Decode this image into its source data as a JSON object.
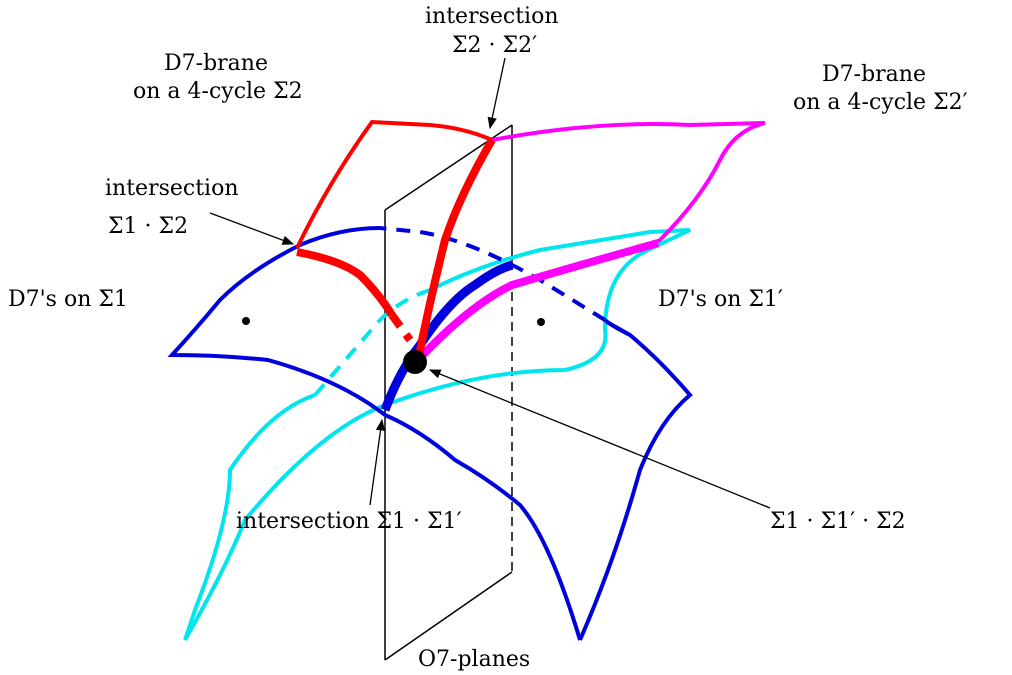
{
  "labels": {
    "intersection_top": "intersection",
    "sigma2_sigma2p": "Σ2 · Σ2′",
    "d7_brane_left_1": "D7-brane",
    "d7_brane_left_2": "on a 4-cycle Σ2",
    "d7_brane_right_1": "D7-brane",
    "d7_brane_right_2": "on a 4-cycle Σ2′",
    "intersection_left": "intersection",
    "sigma1_sigma2": "Σ1 · Σ2",
    "d7s_on_sigma1": "D7's on Σ1",
    "d7s_on_sigma1p": "D7's on Σ1′",
    "intersection_bottom": "intersection Σ1 · Σ1′",
    "triple_intersection": "Σ1 · Σ1′ · Σ2",
    "o7_planes": "O7-planes"
  },
  "colors": {
    "sigma1_surface": "#0000dd",
    "sigma1p_surface": "#00e5ee",
    "sigma2_surface": "#ff0000",
    "sigma2p_surface": "#ff00ff",
    "o7_plane": "#000000",
    "triple_point": "#000000"
  },
  "surfaces": [
    "D7-brane on Σ1",
    "D7-brane on Σ1′",
    "D7-brane on Σ2",
    "D7-brane on Σ2′",
    "O7-plane"
  ]
}
